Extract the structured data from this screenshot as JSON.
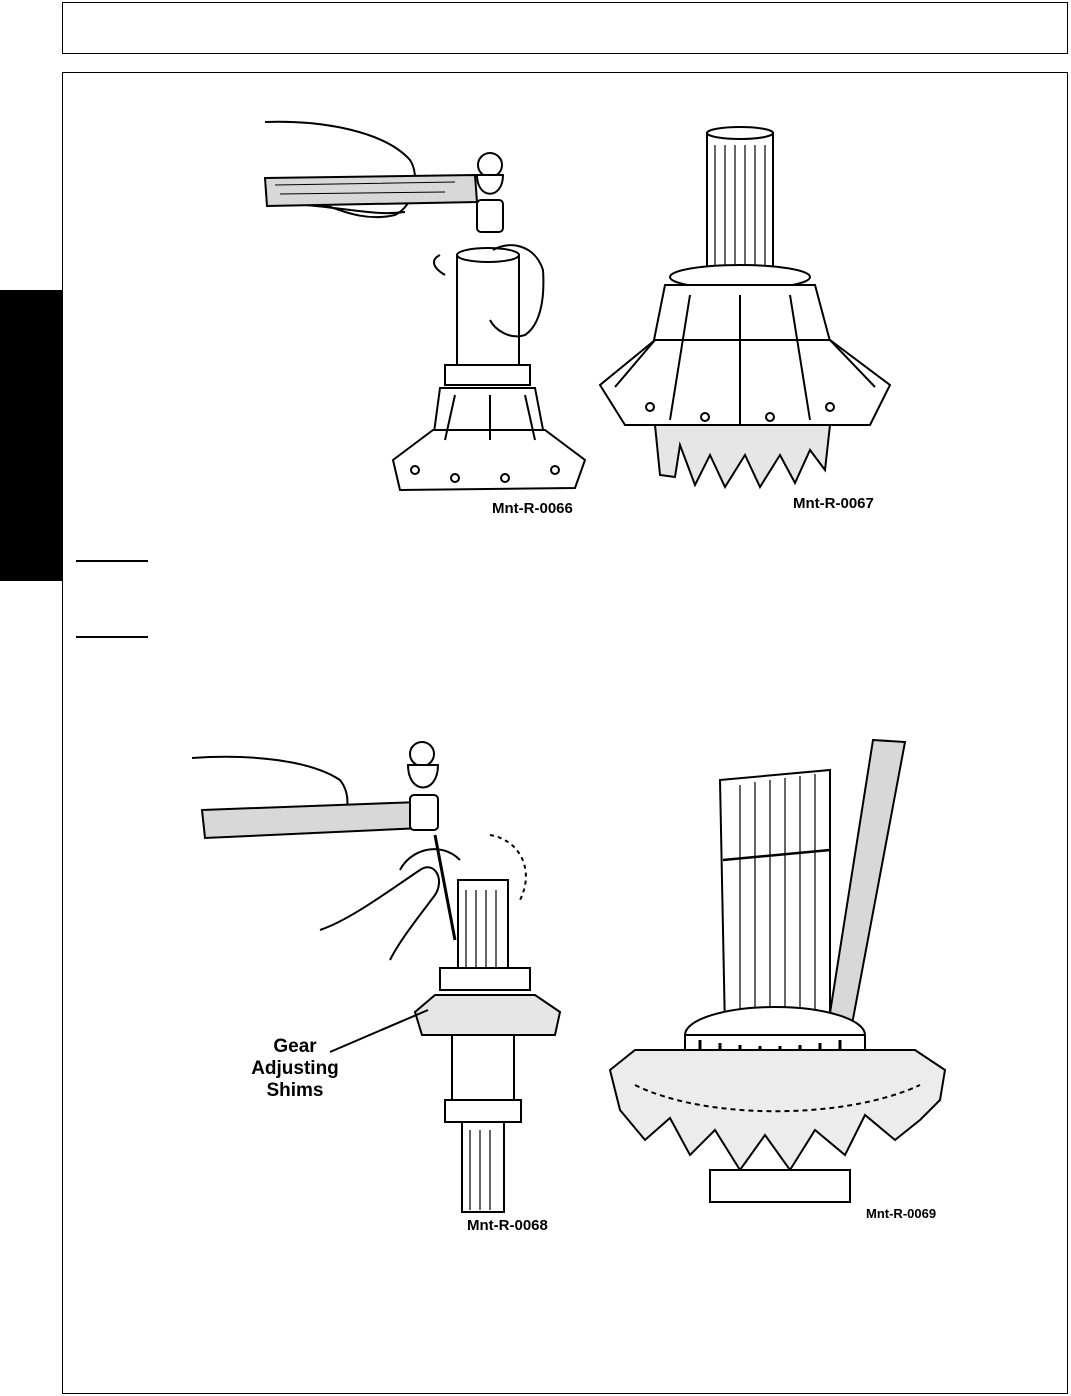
{
  "figures": {
    "fig1": {
      "caption": "Mnt-R-0066",
      "icon": "hammer-on-driver-over-housing"
    },
    "fig2": {
      "caption": "Mnt-R-0067",
      "icon": "housing-with-pinion-shaft"
    },
    "fig3": {
      "caption": "Mnt-R-0068",
      "icon": "hammering-shaft-with-gear"
    },
    "fig4": {
      "caption": "Mnt-R-0069",
      "icon": "bearing-gear-closeup"
    }
  },
  "callout": {
    "line1": "Gear",
    "line2": "Adjusting",
    "line3": "Shims"
  }
}
